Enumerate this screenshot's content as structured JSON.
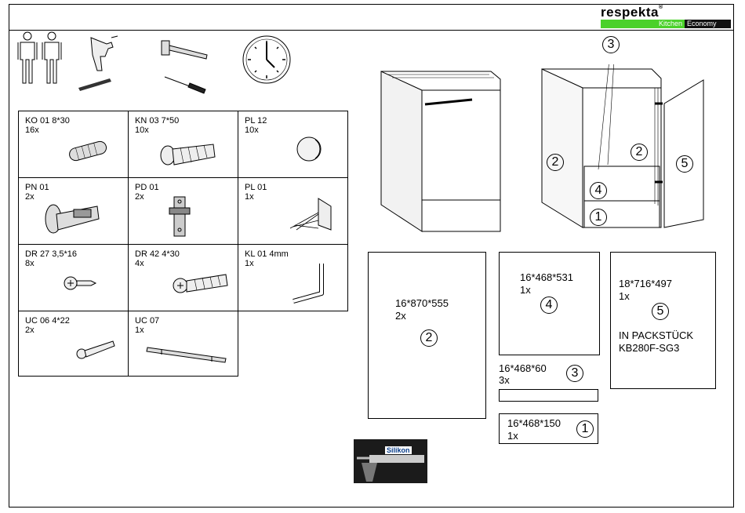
{
  "brand": {
    "name": "respekta",
    "reg": "®",
    "line": "Kitchen",
    "series": "Economy"
  },
  "hardware": [
    {
      "code": "KO 01  8*30",
      "qty": "16x",
      "icon": "wooden-dowel-icon"
    },
    {
      "code": "KN 03  7*50",
      "qty": "10x",
      "icon": "wall-plug-icon"
    },
    {
      "code": "PL 12",
      "qty": "10x",
      "icon": "cover-cap-icon"
    },
    {
      "code": "PN 01",
      "qty": "2x",
      "icon": "hinge-icon"
    },
    {
      "code": "PD 01",
      "qty": "2x",
      "icon": "mounting-plate-icon"
    },
    {
      "code": "PL 01",
      "qty": "1x",
      "icon": "shelf-support-icon"
    },
    {
      "code": "DR 27  3,5*16",
      "qty": "8x",
      "icon": "short-screw-icon"
    },
    {
      "code": "DR 42  4*30",
      "qty": "4x",
      "icon": "long-screw-icon"
    },
    {
      "code": "KL 01  4mm",
      "qty": "1x",
      "icon": "allen-key-icon"
    },
    {
      "code": "UC 06  4*22",
      "qty": "2x",
      "icon": "handle-screw-icon"
    },
    {
      "code": "UC 07",
      "qty": "1x",
      "icon": "bar-handle-icon"
    }
  ],
  "cabinet_labels": {
    "l2a": "2",
    "l3": "3",
    "l2b": "2",
    "l4": "4",
    "l1": "1",
    "l5": "5"
  },
  "parts": {
    "p2": {
      "dim": "16*870*555",
      "qty": "2x",
      "num": "2"
    },
    "p4": {
      "dim": "16*468*531",
      "qty": "1x",
      "num": "4"
    },
    "p5": {
      "dim": "18*716*497",
      "qty": "1x",
      "num": "5",
      "note1": "IN PACKSTÜCK",
      "note2": "KB280F-SG3"
    },
    "p3": {
      "dim": "16*468*60",
      "qty": "3x",
      "num": "3"
    },
    "p1": {
      "dim": "16*468*150",
      "qty": "1x",
      "num": "1"
    }
  },
  "silikon": {
    "label": "Silikon"
  }
}
